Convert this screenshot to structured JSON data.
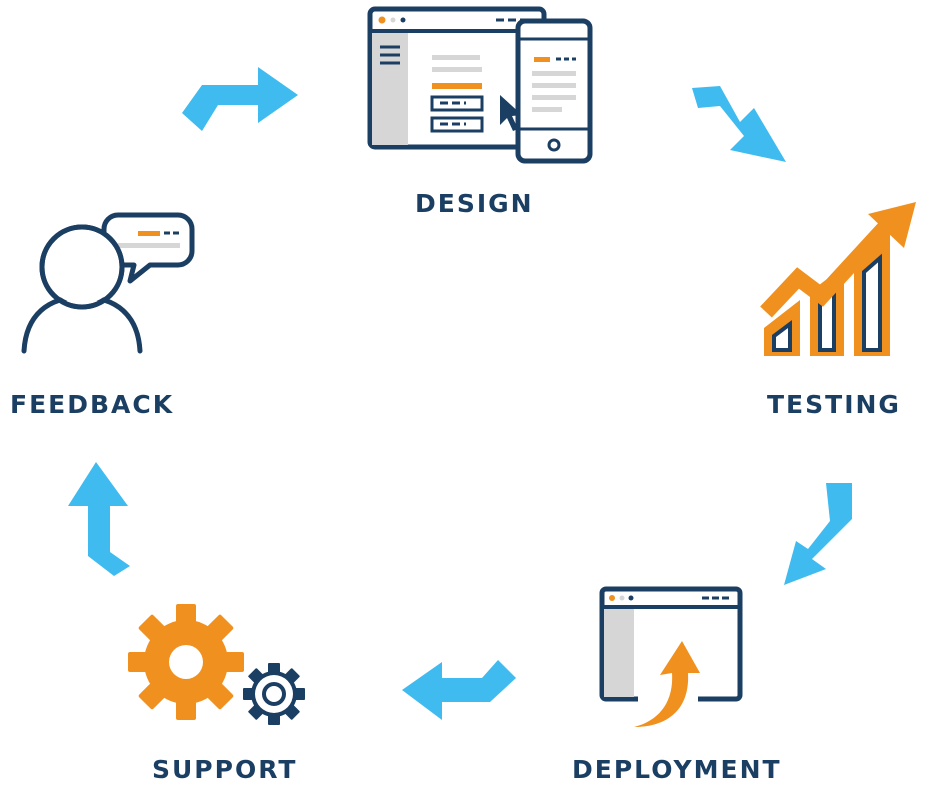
{
  "steps": {
    "design": "DESIGN",
    "testing": "TESTING",
    "deployment": "DEPLOYMENT",
    "support": "SUPPORT",
    "feedback": "FEEDBACK"
  },
  "colors": {
    "navy": "#1b3e63",
    "orange": "#f0901e",
    "blue_arrow": "#3fbbef",
    "gray_panel": "#d6d6d6"
  },
  "icons": {
    "design": "browser-and-phone-icon",
    "testing": "growth-chart-icon",
    "deployment": "browser-upload-icon",
    "support": "gears-icon",
    "feedback": "user-speech-bubble-icon"
  }
}
